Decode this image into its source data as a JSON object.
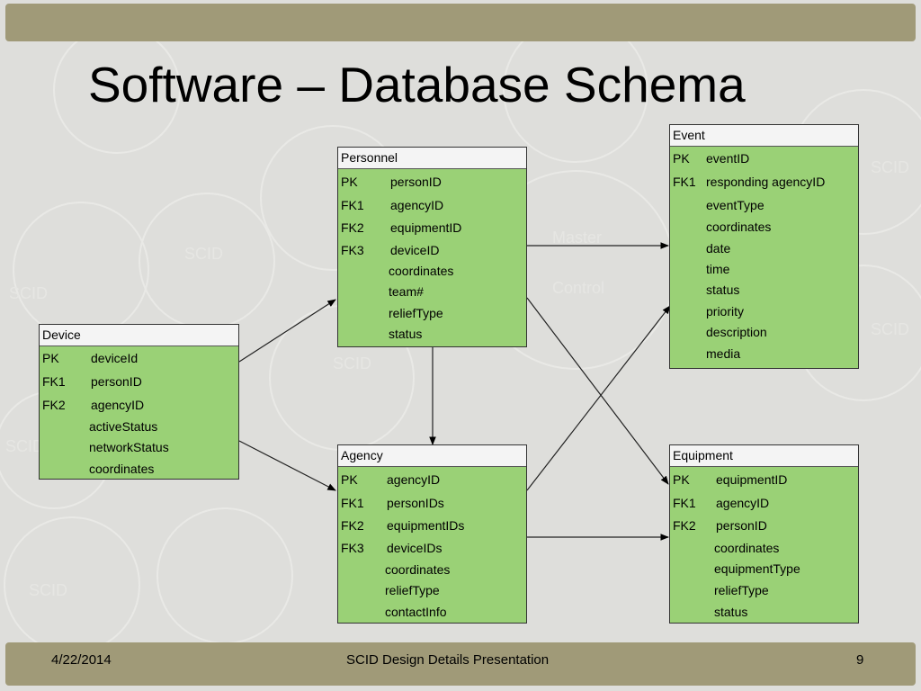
{
  "slide": {
    "title": "Software – Database Schema",
    "footer_date": "4/22/2014",
    "footer_center": "SCID Design Details Presentation",
    "footer_page": "9",
    "watermarks": [
      "SCID",
      "SCID",
      "Master",
      "Control",
      "SCID",
      "SCID",
      "SCID",
      "SCID",
      "SCID"
    ]
  },
  "colors": {
    "entity_fill": "#9ad176",
    "header_fill": "#f4f4f4",
    "bar": "#a09a78",
    "background": "#dededb"
  },
  "entities": {
    "personnel": {
      "title": "Personnel",
      "rows": [
        {
          "key": "PK",
          "field": "personID"
        },
        {
          "key": "FK1",
          "field": "agencyID"
        },
        {
          "key": "FK2",
          "field": "equipmentID"
        },
        {
          "key": "FK3",
          "field": "deviceID"
        },
        {
          "key": "",
          "field": "coordinates"
        },
        {
          "key": "",
          "field": "team#"
        },
        {
          "key": "",
          "field": "reliefType"
        },
        {
          "key": "",
          "field": "status"
        }
      ]
    },
    "event": {
      "title": "Event",
      "rows": [
        {
          "key": "PK",
          "field": "eventID"
        },
        {
          "key": "FK1",
          "field": "responding agencyID"
        },
        {
          "key": "",
          "field": "eventType"
        },
        {
          "key": "",
          "field": "coordinates"
        },
        {
          "key": "",
          "field": "date"
        },
        {
          "key": "",
          "field": "time"
        },
        {
          "key": "",
          "field": "status"
        },
        {
          "key": "",
          "field": "priority"
        },
        {
          "key": "",
          "field": "description"
        },
        {
          "key": "",
          "field": "media"
        }
      ]
    },
    "device": {
      "title": "Device",
      "rows": [
        {
          "key": "PK",
          "field": "deviceId"
        },
        {
          "key": "FK1",
          "field": "personID"
        },
        {
          "key": "FK2",
          "field": "agencyID"
        },
        {
          "key": "",
          "field": "activeStatus"
        },
        {
          "key": "",
          "field": "networkStatus"
        },
        {
          "key": "",
          "field": "coordinates"
        }
      ]
    },
    "agency": {
      "title": "Agency",
      "rows": [
        {
          "key": "PK",
          "field": "agencyID"
        },
        {
          "key": "FK1",
          "field": "personIDs"
        },
        {
          "key": "FK2",
          "field": "equipmentIDs"
        },
        {
          "key": "FK3",
          "field": "deviceIDs"
        },
        {
          "key": "",
          "field": "coordinates"
        },
        {
          "key": "",
          "field": "reliefType"
        },
        {
          "key": "",
          "field": "contactInfo"
        }
      ]
    },
    "equipment": {
      "title": "Equipment",
      "rows": [
        {
          "key": "PK",
          "field": "equipmentID"
        },
        {
          "key": "FK1",
          "field": "agencyID"
        },
        {
          "key": "FK2",
          "field": "personID"
        },
        {
          "key": "",
          "field": "coordinates"
        },
        {
          "key": "",
          "field": "equipmentType"
        },
        {
          "key": "",
          "field": "reliefType"
        },
        {
          "key": "",
          "field": "status"
        }
      ]
    }
  },
  "relationships": [
    {
      "from": "device",
      "to": "personnel"
    },
    {
      "from": "device",
      "to": "agency"
    },
    {
      "from": "personnel",
      "to": "agency"
    },
    {
      "from": "personnel",
      "to": "event"
    },
    {
      "from": "personnel",
      "to": "equipment"
    },
    {
      "from": "agency",
      "to": "event"
    },
    {
      "from": "agency",
      "to": "equipment"
    }
  ]
}
